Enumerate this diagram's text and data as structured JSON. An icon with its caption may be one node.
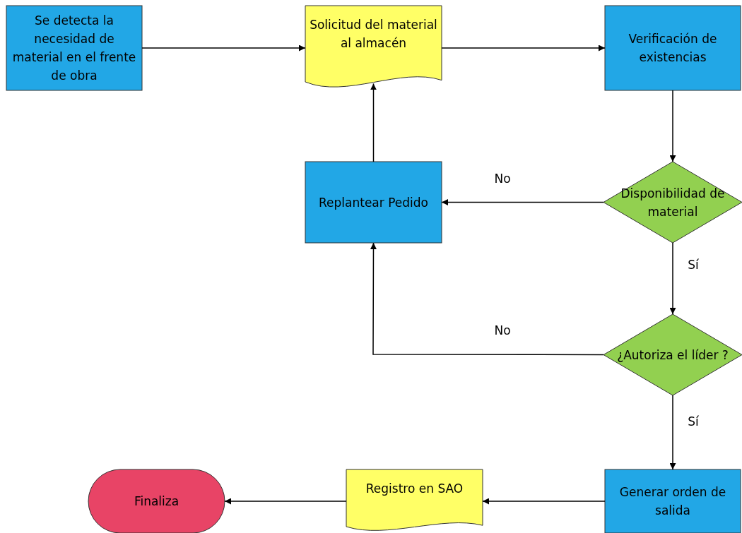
{
  "diagram": {
    "nodes": [
      {
        "text": [
          "Se detecta la necesidad de material en el frente de obra"
        ]
      },
      {
        "text": [
          "Solicitud del material al almacén"
        ]
      },
      {
        "text": [
          "Verificación de existencias"
        ]
      },
      {
        "text": [
          "Replantear Pedido"
        ]
      },
      {
        "text": [
          "Disponibilidad de material"
        ]
      },
      {
        "text": [
          "¿Autoriza el líder ?"
        ]
      },
      {
        "text": [
          "Generar orden de salida"
        ]
      },
      {
        "text": [
          "Registro en SAO"
        ]
      },
      {
        "text": [
          "Finaliza"
        ]
      }
    ],
    "edges": [
      {
        "from": 0,
        "to": 1,
        "arrow": "to"
      },
      {
        "from": 1,
        "to": 2,
        "arrow": "to"
      },
      {
        "from": 2,
        "to": 4,
        "arrow": "to"
      },
      {
        "from": 4,
        "to": 3,
        "arrow": "to",
        "label": "No"
      },
      {
        "from": 4,
        "to": 5,
        "arrow": "to",
        "label": "Sí"
      },
      {
        "from": 5,
        "to": 3,
        "arrow": "to",
        "label": "No"
      },
      {
        "from": 3,
        "to": 1,
        "arrow": "to"
      },
      {
        "from": 5,
        "to": 6,
        "arrow": "to",
        "label": "Sí"
      },
      {
        "from": 6,
        "to": 7,
        "arrow": "to"
      },
      {
        "from": 7,
        "to": 8,
        "arrow": "to"
      }
    ]
  }
}
